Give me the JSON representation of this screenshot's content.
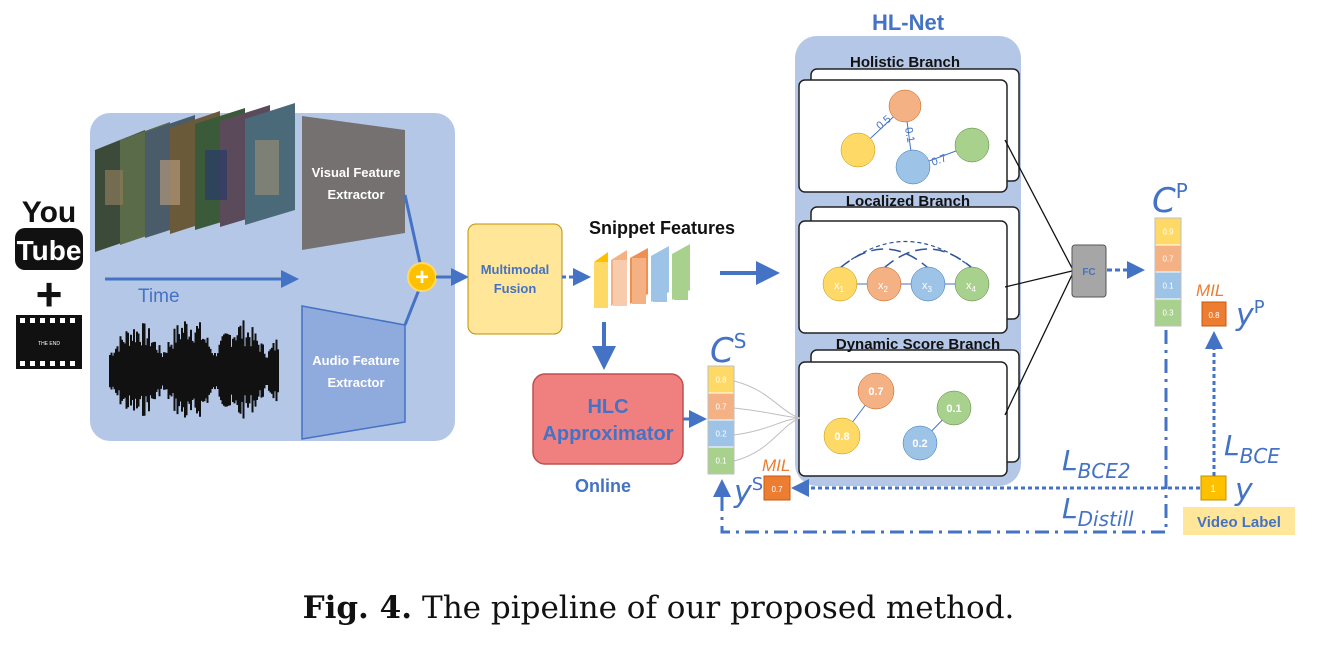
{
  "title": "HL-Net",
  "input": {
    "youtube_top": "You",
    "youtube_bottom": "Tube",
    "plus": "+",
    "film_text": "THE END",
    "time_label": "Time"
  },
  "extractors": {
    "visual": [
      "Visual Feature",
      "Extractor"
    ],
    "audio": [
      "Audio Feature",
      "Extractor"
    ],
    "fusion_plus": "+"
  },
  "fusion": [
    "Multimodal",
    "Fusion"
  ],
  "snippet_features": "Snippet Features",
  "hlc": {
    "label": [
      "HLC",
      "Approximator"
    ],
    "online": "Online"
  },
  "branches": {
    "holistic": {
      "title": "Holistic Branch",
      "edges": [
        "0.5",
        "0.1",
        "0.7"
      ]
    },
    "localized": {
      "title": "Localized Branch",
      "nodes": [
        {
          "base": "x",
          "sub": "1"
        },
        {
          "base": "x",
          "sub": "2"
        },
        {
          "base": "x",
          "sub": "3"
        },
        {
          "base": "x",
          "sub": "4"
        }
      ]
    },
    "dynamic": {
      "title": "Dynamic Score Branch",
      "nodes": [
        "0.7",
        "0.8",
        "0.1",
        "0.2"
      ]
    }
  },
  "fc_label": "FC",
  "cp": {
    "label": "C",
    "sup": "P",
    "values": [
      "0.9",
      "0.7",
      "0.1",
      "0.3"
    ],
    "colors": [
      "#ffd966",
      "#f4b183",
      "#9dc3e6",
      "#a9d18e"
    ]
  },
  "cs": {
    "label": "C",
    "sup": "S",
    "values": [
      "0.8",
      "0.7",
      "0.2",
      "0.1"
    ],
    "colors": [
      "#ffd966",
      "#f4b183",
      "#9dc3e6",
      "#a9d18e"
    ]
  },
  "mil_p": {
    "label": "MIL",
    "value": "0.8",
    "y": "y",
    "sup": "P"
  },
  "mil_s": {
    "label": "MIL",
    "value": "0.7",
    "y": "y",
    "sup": "S"
  },
  "video_label": {
    "value": "1",
    "y": "y",
    "label": "Video Label"
  },
  "losses": {
    "bce": {
      "base": "L",
      "sub": "BCE"
    },
    "bce2": {
      "base": "L",
      "sub": "BCE2"
    },
    "distill": {
      "base": "L",
      "sub": "Distill"
    }
  },
  "caption": {
    "prefix": "Fig. 4.",
    "text": "The pipeline of our proposed method."
  }
}
